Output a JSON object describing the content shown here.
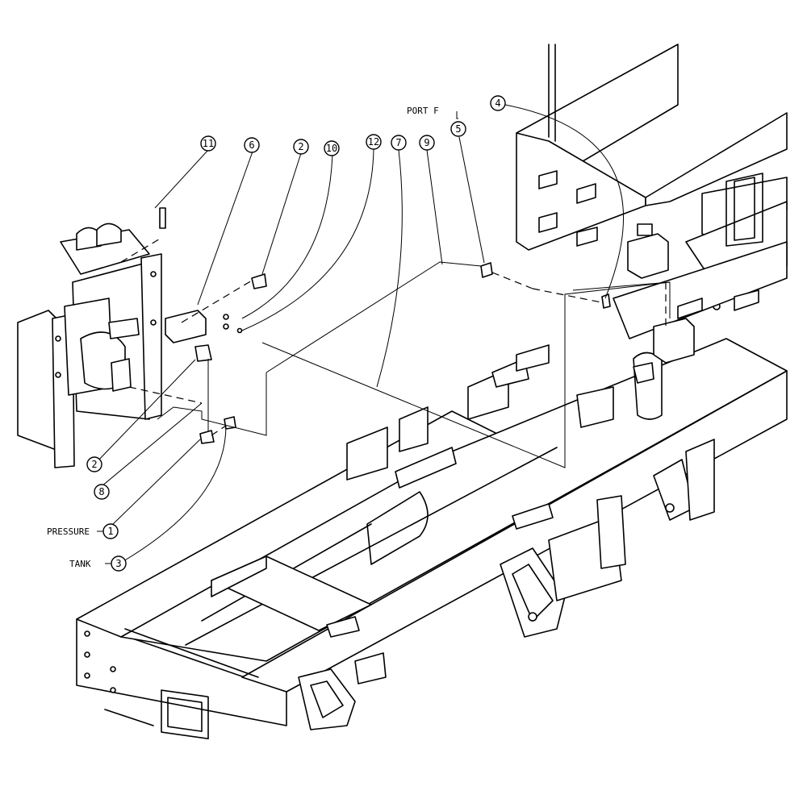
{
  "callouts": {
    "c1": "1",
    "c2a": "2",
    "c2b": "2",
    "c3": "3",
    "c4": "4",
    "c5": "5",
    "c6": "6",
    "c7": "7",
    "c8": "8",
    "c9": "9",
    "c10": "10",
    "c11": "11",
    "c12": "12"
  },
  "labels": {
    "port_f": "PORT F",
    "pressure": "PRESSURE",
    "tank": "TANK"
  }
}
